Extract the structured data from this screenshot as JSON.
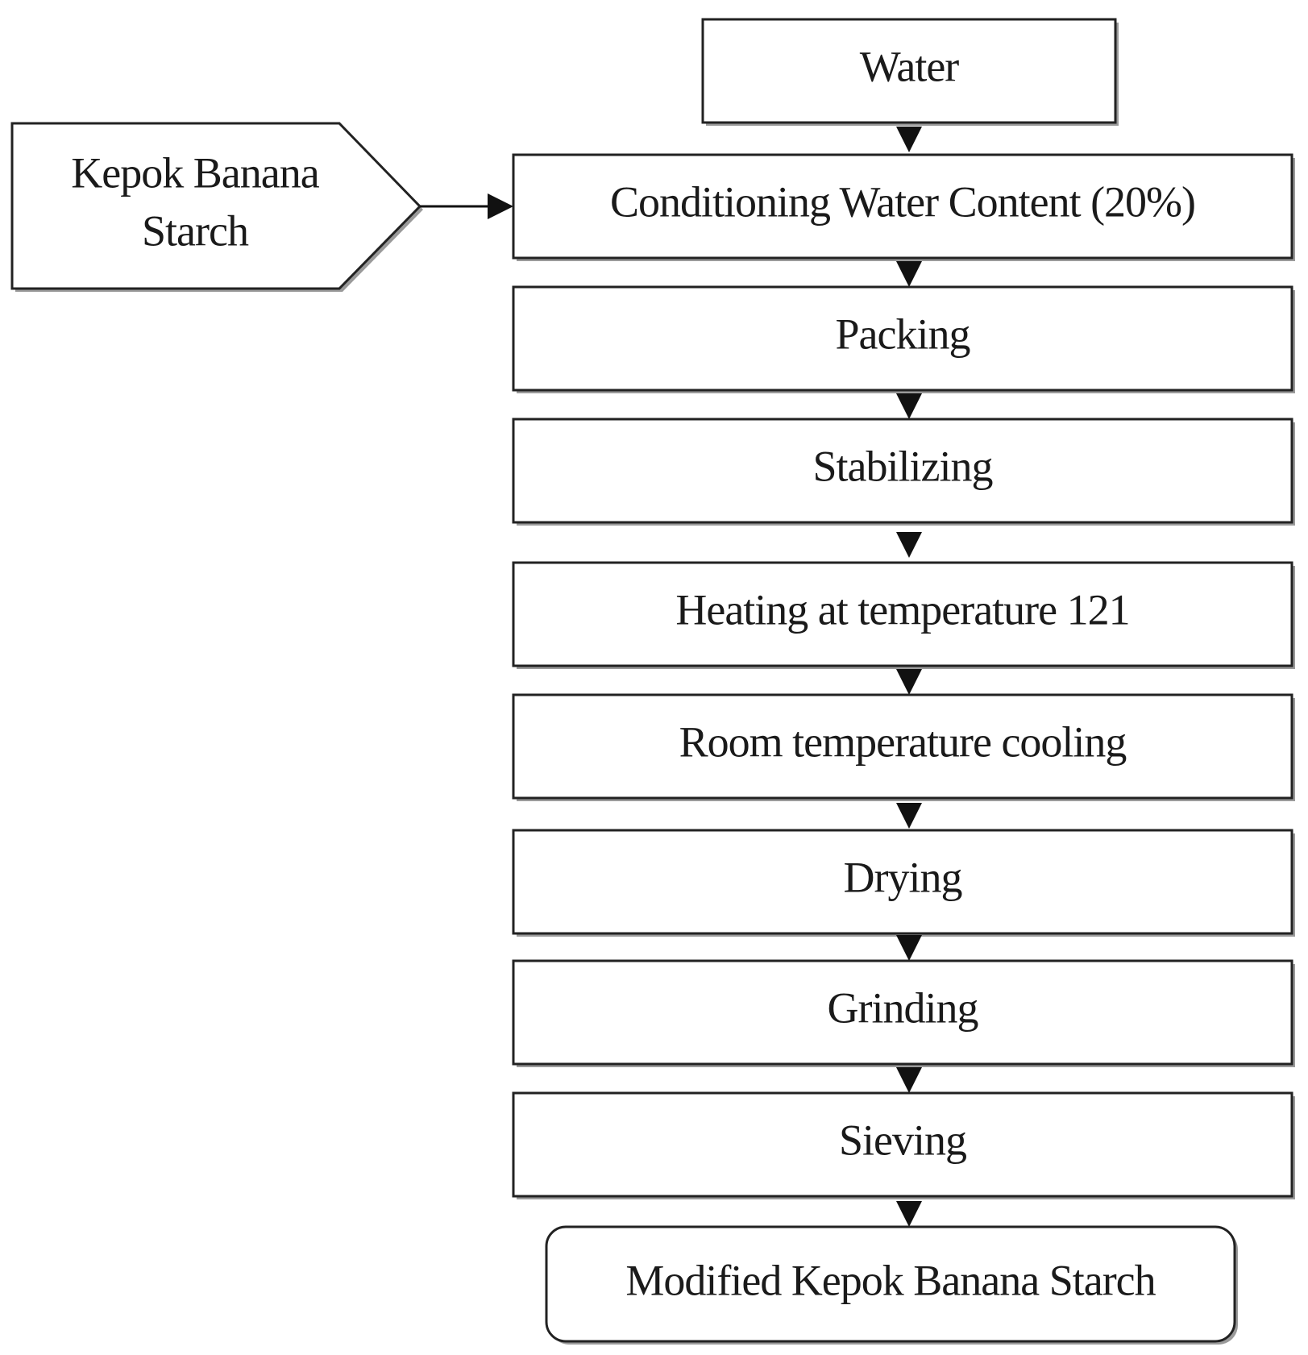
{
  "input": {
    "water": "Water",
    "starch_line1": "Kepok Banana",
    "starch_line2": "Starch"
  },
  "steps": [
    "Conditioning Water Content (20%)",
    "Packing",
    "Stabilizing",
    "Heating at temperature 121",
    "Room temperature cooling",
    "Drying",
    "Grinding",
    "Sieving"
  ],
  "output": "Modified Kepok Banana Starch"
}
